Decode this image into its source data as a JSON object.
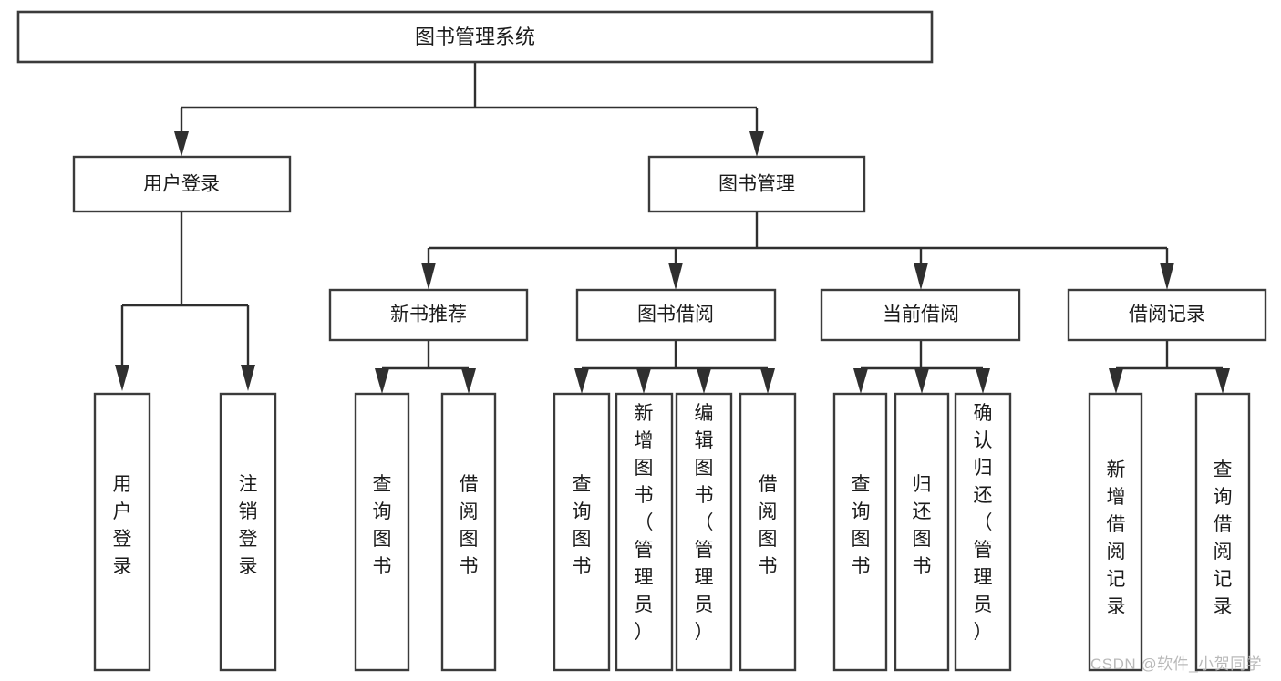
{
  "diagram": {
    "title": "图书管理系统",
    "type": "tree-hierarchy-diagram",
    "colors": {
      "box_stroke": "#3b3b3b",
      "connector": "#2f2f2f",
      "box_fill": "#ffffff",
      "text": "#1b1b1b",
      "watermark": "#b9b9b9",
      "background": "#ffffff"
    },
    "root": {
      "label": "图书管理系统"
    },
    "level2": [
      {
        "id": "user-login",
        "label": "用户登录"
      },
      {
        "id": "book-management",
        "label": "图书管理"
      }
    ],
    "level3": [
      {
        "id": "new-book-recommend",
        "label": "新书推荐",
        "parent": "book-management"
      },
      {
        "id": "book-borrow",
        "label": "图书借阅",
        "parent": "book-management"
      },
      {
        "id": "current-borrow",
        "label": "当前借阅",
        "parent": "book-management"
      },
      {
        "id": "borrow-record",
        "label": "借阅记录",
        "parent": "book-management"
      }
    ],
    "leaves": [
      {
        "id": "leaf-user-login",
        "label": "用户登录",
        "parent": "user-login"
      },
      {
        "id": "leaf-logout-login",
        "label": "注销登录",
        "parent": "user-login"
      },
      {
        "id": "leaf-query-book-1",
        "label": "查询图书",
        "parent": "new-book-recommend"
      },
      {
        "id": "leaf-borrow-book-1",
        "label": "借阅图书",
        "parent": "new-book-recommend"
      },
      {
        "id": "leaf-query-book-2",
        "label": "查询图书",
        "parent": "book-borrow"
      },
      {
        "id": "leaf-add-book",
        "label": "新增图书（管理员）",
        "parent": "book-borrow"
      },
      {
        "id": "leaf-edit-book",
        "label": "编辑图书（管理员）",
        "parent": "book-borrow"
      },
      {
        "id": "leaf-borrow-book-2",
        "label": "借阅图书",
        "parent": "book-borrow"
      },
      {
        "id": "leaf-query-book-3",
        "label": "查询图书",
        "parent": "current-borrow"
      },
      {
        "id": "leaf-return-book",
        "label": "归还图书",
        "parent": "current-borrow"
      },
      {
        "id": "leaf-confirm-return",
        "label": "确认归还（管理员）",
        "parent": "current-borrow"
      },
      {
        "id": "leaf-add-record",
        "label": "新增借阅记录",
        "parent": "borrow-record"
      },
      {
        "id": "leaf-query-record",
        "label": "查询借阅记录",
        "parent": "borrow-record"
      }
    ]
  },
  "watermark": {
    "text": "CSDN @软件_小贺同学"
  }
}
